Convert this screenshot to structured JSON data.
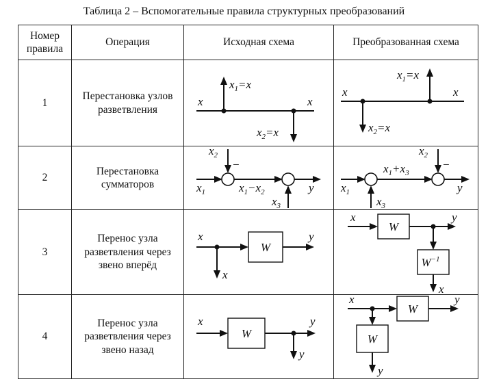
{
  "caption": "Таблица 2 – Вспомогательные правила структурных преобразований",
  "headers": {
    "number_line1": "Номер",
    "number_line2": "правила",
    "operation": "Операция",
    "source": "Исходная схема",
    "transformed": "Преобразованная схема"
  },
  "rows": [
    {
      "number": "1",
      "operation_line1": "Перестановка узлов",
      "operation_line2": "разветвления",
      "operation_line3": ""
    },
    {
      "number": "2",
      "operation_line1": "Перестановка",
      "operation_line2": "сумматоров",
      "operation_line3": ""
    },
    {
      "number": "3",
      "operation_line1": "Перенос узла",
      "operation_line2": "разветвления через",
      "operation_line3": "звено вперёд"
    },
    {
      "number": "4",
      "operation_line1": "Перенос узла",
      "operation_line2": "разветвления через",
      "operation_line3": "звено назад"
    }
  ],
  "symbols": {
    "x": "x",
    "y": "y",
    "W": "W",
    "W_inv": "W",
    "inv_exp": "−1",
    "one": "1",
    "two": "2",
    "three": "3",
    "eq_x": "=x",
    "minus": "−",
    "plus": "+"
  }
}
